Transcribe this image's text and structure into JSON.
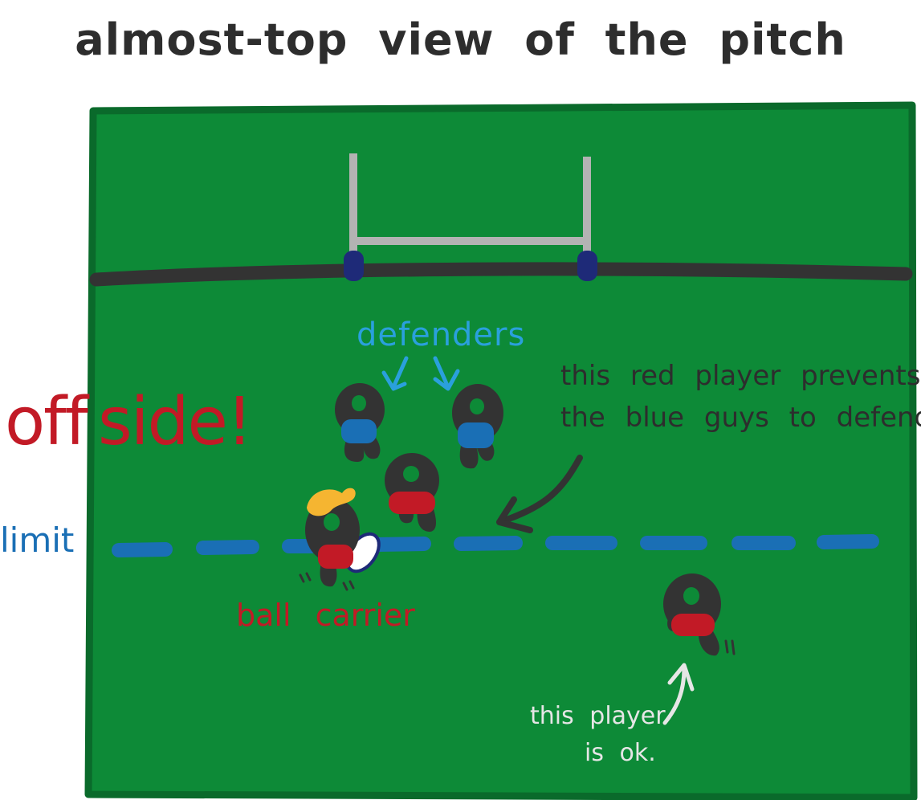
{
  "title": "almost-top view of the pitch",
  "labels": {
    "offside_part1": "off",
    "offside_part2": "side!",
    "limit": "limit",
    "defenders": "defenders",
    "ball_carrier": "ball carrier",
    "prevents_line1": "this red player prevents",
    "prevents_line2": "the blue guys to defend",
    "ok_line1": "this player",
    "ok_line2": "is ok."
  },
  "colors": {
    "pitch": "#0d8a37",
    "pitch_border": "#0a6a2b",
    "goalpost": "#b3b3b3",
    "tryline": "#333333",
    "post_pad": "#1e2a78",
    "limit_line": "#1a6fb5",
    "attacker_jersey": "#c21a26",
    "defender_jersey": "#1a6fb5",
    "player_body": "#333333",
    "ball_carrier_hair": "#f5b531"
  }
}
